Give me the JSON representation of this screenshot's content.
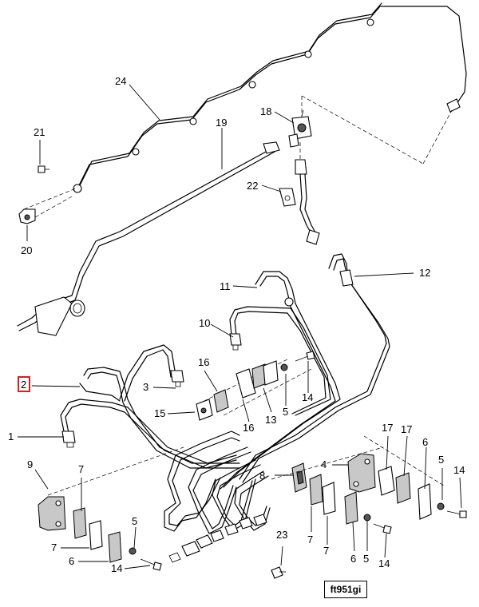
{
  "diagram": {
    "figure_code": "ft951gi",
    "highlighted_callout": "2",
    "highlight_color": "#d91e1e",
    "callouts": [
      {
        "id": "c24",
        "label": "24"
      },
      {
        "id": "c21",
        "label": "21"
      },
      {
        "id": "c20",
        "label": "20"
      },
      {
        "id": "c19",
        "label": "19"
      },
      {
        "id": "c18",
        "label": "18"
      },
      {
        "id": "c22",
        "label": "22"
      },
      {
        "id": "c12",
        "label": "12"
      },
      {
        "id": "c11",
        "label": "11"
      },
      {
        "id": "c10",
        "label": "10"
      },
      {
        "id": "c2",
        "label": "2"
      },
      {
        "id": "c3",
        "label": "3"
      },
      {
        "id": "c16a",
        "label": "16"
      },
      {
        "id": "c15",
        "label": "15"
      },
      {
        "id": "c16b",
        "label": "16"
      },
      {
        "id": "c13",
        "label": "13"
      },
      {
        "id": "c5a",
        "label": "5"
      },
      {
        "id": "c14a",
        "label": "14"
      },
      {
        "id": "c1",
        "label": "1"
      },
      {
        "id": "c9",
        "label": "9"
      },
      {
        "id": "c7a",
        "label": "7"
      },
      {
        "id": "c7b",
        "label": "7"
      },
      {
        "id": "c6a",
        "label": "6"
      },
      {
        "id": "c5b",
        "label": "5"
      },
      {
        "id": "c14b",
        "label": "14"
      },
      {
        "id": "c8",
        "label": "8"
      },
      {
        "id": "c7c",
        "label": "7"
      },
      {
        "id": "c7d",
        "label": "7"
      },
      {
        "id": "c23",
        "label": "23"
      },
      {
        "id": "c4",
        "label": "4"
      },
      {
        "id": "c17a",
        "label": "17"
      },
      {
        "id": "c17b",
        "label": "17"
      },
      {
        "id": "c6b",
        "label": "6"
      },
      {
        "id": "c5c",
        "label": "5"
      },
      {
        "id": "c14c",
        "label": "14"
      },
      {
        "id": "c6c",
        "label": "6"
      },
      {
        "id": "c5d",
        "label": "5"
      },
      {
        "id": "c14d",
        "label": "14"
      }
    ]
  }
}
